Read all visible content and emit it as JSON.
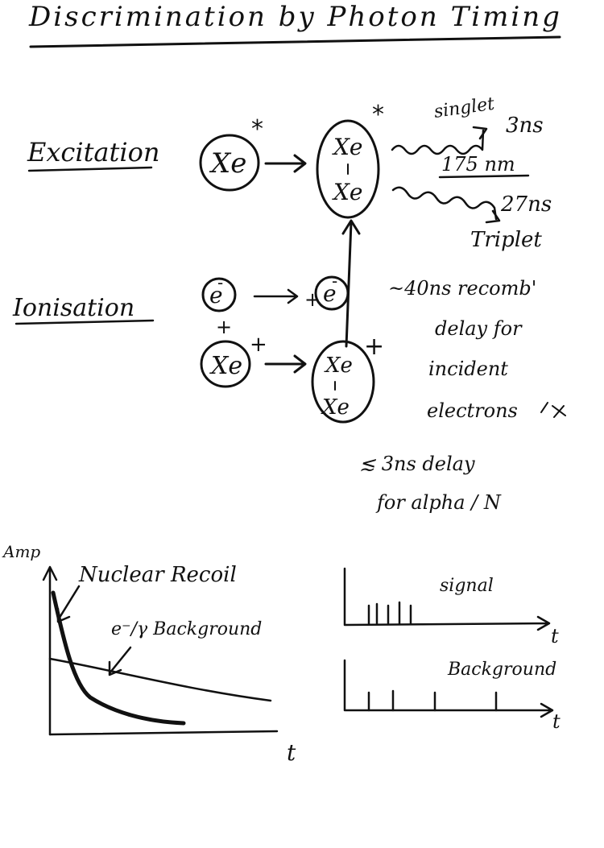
{
  "title": "Discrimination by Photon Timing",
  "excitation": {
    "label": "Excitation",
    "atom": "Xe",
    "excited_mark": "*",
    "dimer_top": "Xe",
    "dimer_bottom": "Xe",
    "dimer_mark": "*"
  },
  "emission": {
    "singlet_label": "singlet",
    "singlet_time": "3ns",
    "wavelength": "175 nm",
    "triplet_time": "27ns",
    "triplet_label": "Triplet"
  },
  "ionisation": {
    "label": "Ionisation",
    "electron": "e",
    "electron_charge": "-",
    "electron_out_prefix": "+",
    "plus": "+",
    "ion": "Xe",
    "ion_charge": "+",
    "dimer_top": "Xe",
    "dimer_bottom": "Xe",
    "dimer_charge": "+"
  },
  "notes": {
    "recomb_line1": "~40ns recomb'",
    "recomb_line2": "delay for",
    "recomb_line3": "incident",
    "recomb_line4": "electrons",
    "alpha_line1": "≲ 3ns delay",
    "alpha_line2": "for alpha / N"
  },
  "pulse_plot": {
    "y_label": "Amp",
    "x_label": "t",
    "nuclear_recoil": "Nuclear Recoil",
    "background": "e⁻/γ Background"
  },
  "timing_plots": {
    "signal_label": "signal",
    "background_label": "Background",
    "x_label": "t"
  }
}
